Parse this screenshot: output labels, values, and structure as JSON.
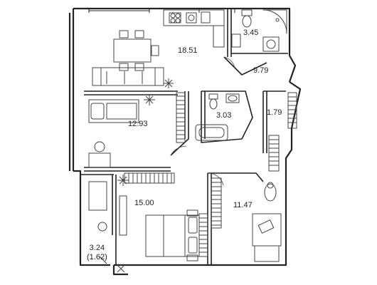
{
  "floorplan": {
    "rooms": [
      {
        "id": "kitchen_living",
        "area": "18.51"
      },
      {
        "id": "bathroom_1",
        "area": "3.45"
      },
      {
        "id": "hall",
        "area": "9.79"
      },
      {
        "id": "bathroom_2",
        "area": "3.03"
      },
      {
        "id": "corridor",
        "area": "1.79"
      },
      {
        "id": "bedroom_1",
        "area": "12.93"
      },
      {
        "id": "bedroom_2",
        "area": "15.00"
      },
      {
        "id": "bedroom_3",
        "area": "11.47"
      },
      {
        "id": "balcony",
        "area": "3.24",
        "area_reduced": "(1.62)"
      }
    ],
    "colors": {
      "wall": "#222222",
      "furniture": "#444444",
      "background": "#ffffff"
    }
  }
}
